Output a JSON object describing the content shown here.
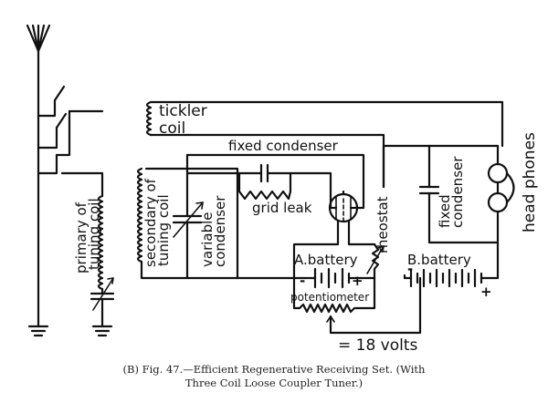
{
  "labels": {
    "tickler": "tickler",
    "coil": "coil",
    "fixed_condenser_top": "fixed condenser",
    "primary": "primary of",
    "tuning_coil": "tuning coil",
    "secondary": "secondary of",
    "tuning_coil_2": "tuning coil",
    "variable": "variable",
    "condenser": "condenser",
    "grid_leak": "grid leak",
    "a_battery": "A.battery",
    "rheostat": "rheostat",
    "b_battery": "B.battery",
    "potentiometer": "potentiometer",
    "fixed": "fixed",
    "condenser_2": "condenser",
    "head_phones": "head phones",
    "volts": "= 18 volts",
    "minus": "-",
    "plus": "+",
    "minus_b": "-",
    "plus_b": "+"
  },
  "caption": {
    "line1": "(B) Fig. 47.—Efficient Regenerative Receiving Set.   (With",
    "line2": "Three Coil Loose Coupler Tuner.)"
  }
}
